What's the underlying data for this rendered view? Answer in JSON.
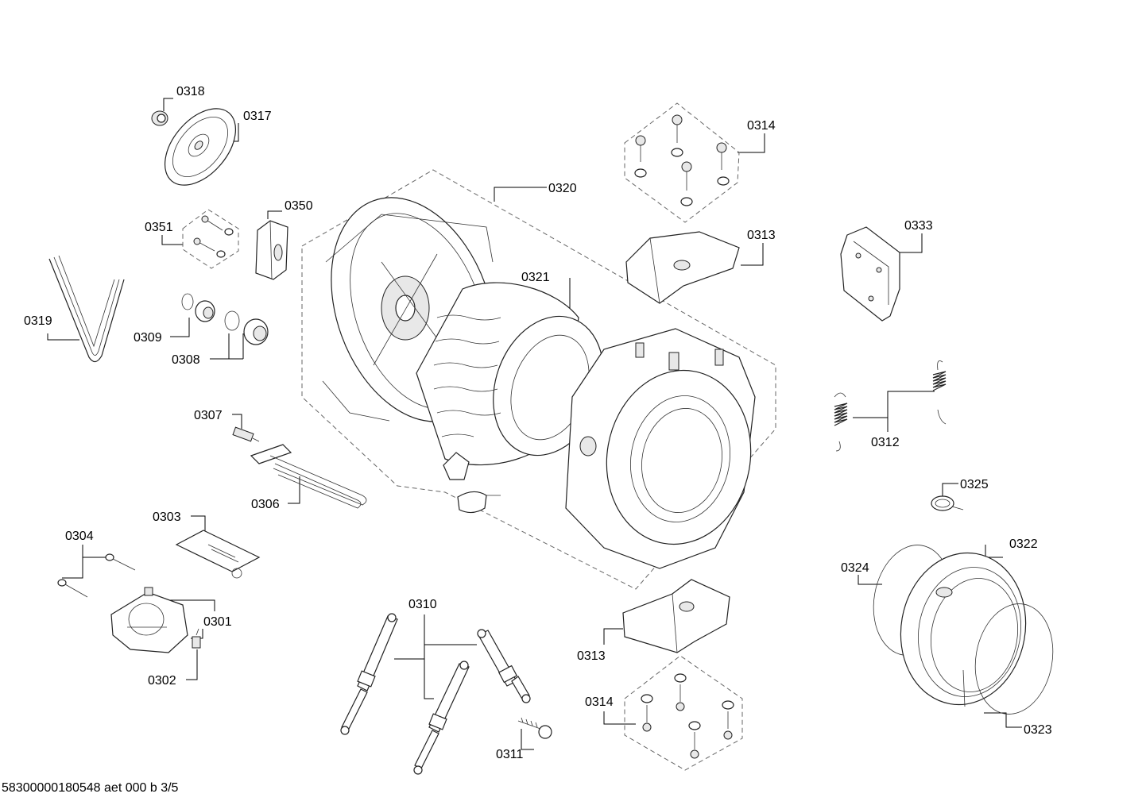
{
  "labels": {
    "p0318": "0318",
    "p0317": "0317",
    "p0351": "0351",
    "p0350": "0350",
    "p0319": "0319",
    "p0309": "0309",
    "p0308": "0308",
    "p0320": "0320",
    "p0321": "0321",
    "p0314_top": "0314",
    "p0313_top": "0313",
    "p0333": "0333",
    "p0312": "0312",
    "p0325": "0325",
    "p0307": "0307",
    "p0306": "0306",
    "p0303": "0303",
    "p0304": "0304",
    "p0301": "0301",
    "p0302": "0302",
    "p0310": "0310",
    "p0311": "0311",
    "p0313_bottom": "0313",
    "p0314_bottom": "0314",
    "p0324": "0324",
    "p0322": "0322",
    "p0323": "0323"
  },
  "footer": "58300000180548 aet 000 b 3/5"
}
